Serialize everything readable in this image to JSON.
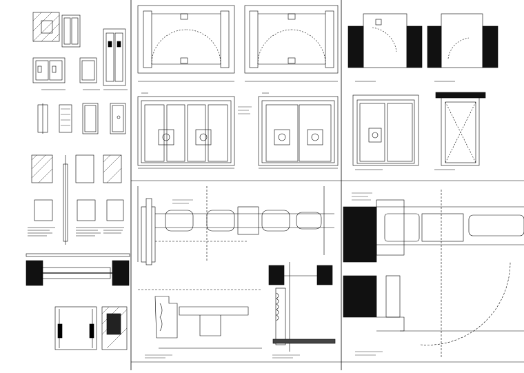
{
  "sheet": {
    "title": "",
    "panels": [
      {
        "id": "p1",
        "label": "",
        "kind": "door-elevations-small-left"
      },
      {
        "id": "p2",
        "label": "",
        "kind": "plan-double-door"
      },
      {
        "id": "p3",
        "label": "",
        "kind": "plan-double-door"
      },
      {
        "id": "p4",
        "label": "",
        "kind": "elevation-double-door"
      },
      {
        "id": "p5",
        "label": "",
        "kind": "elevation-double-door"
      },
      {
        "id": "p6",
        "label": "",
        "kind": "plan-door-in-wall"
      },
      {
        "id": "p7",
        "label": "",
        "kind": "plan-door-in-wall"
      },
      {
        "id": "p8",
        "label": "",
        "kind": "elevation-door-frame"
      },
      {
        "id": "p9",
        "label": "",
        "kind": "elevation-door-frame"
      },
      {
        "id": "p10",
        "label": "",
        "kind": "section-detail-large"
      },
      {
        "id": "p11",
        "label": "",
        "kind": "section-detail-large"
      },
      {
        "id": "p12",
        "label": "",
        "kind": "section-detail-bottom"
      }
    ]
  },
  "colors": {
    "line": "#000000",
    "hatch": "#333333",
    "paper": "#ffffff",
    "fill_dark": "#111111"
  }
}
